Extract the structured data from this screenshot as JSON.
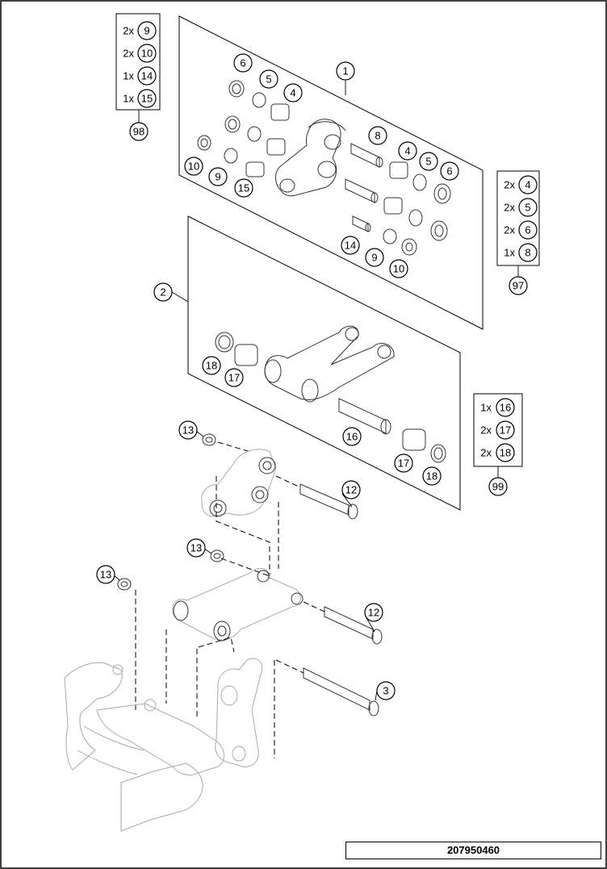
{
  "callouts": {
    "c1": "1",
    "c2": "2",
    "c3": "3",
    "c4a": "4",
    "c5a": "5",
    "c6a": "6",
    "c8": "8",
    "c4b": "4",
    "c5b": "5",
    "c6b": "6",
    "c10a": "10",
    "c9a": "9",
    "c15": "15",
    "c14": "14",
    "c9b": "9",
    "c10b": "10",
    "c18a": "18",
    "c17a": "17",
    "c16": "16",
    "c17b": "17",
    "c18b": "18",
    "c13a": "13",
    "c12a": "12",
    "c13b": "13",
    "c13c": "13",
    "c12b": "12"
  },
  "kits": {
    "k98": {
      "id": "98",
      "rows": [
        {
          "qty": "2x",
          "part": "9"
        },
        {
          "qty": "2x",
          "part": "10"
        },
        {
          "qty": "1x",
          "part": "14"
        },
        {
          "qty": "1x",
          "part": "15"
        }
      ]
    },
    "k97": {
      "id": "97",
      "rows": [
        {
          "qty": "2x",
          "part": "4"
        },
        {
          "qty": "2x",
          "part": "5"
        },
        {
          "qty": "2x",
          "part": "6"
        },
        {
          "qty": "1x",
          "part": "8"
        }
      ]
    },
    "k99": {
      "id": "99",
      "rows": [
        {
          "qty": "1x",
          "part": "16"
        },
        {
          "qty": "2x",
          "part": "17"
        },
        {
          "qty": "2x",
          "part": "18"
        }
      ]
    }
  },
  "document_number": "207950460"
}
